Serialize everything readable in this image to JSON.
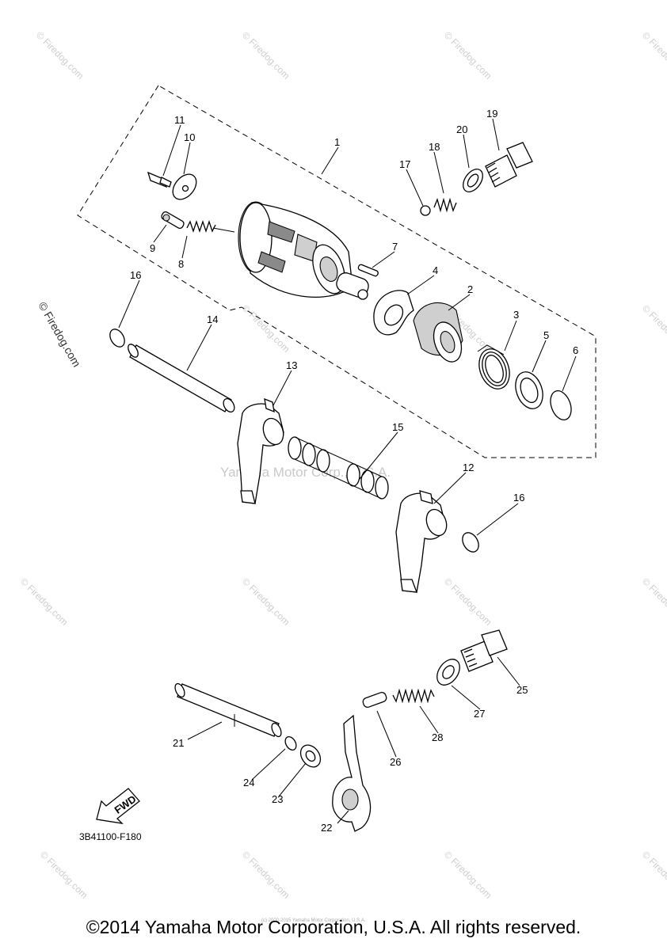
{
  "diagram": {
    "figure_code": "3B41100-F180",
    "fwd_label": "FWD",
    "callouts": [
      "1",
      "2",
      "3",
      "4",
      "5",
      "6",
      "7",
      "8",
      "9",
      "10",
      "11",
      "12",
      "13",
      "14",
      "15",
      "16",
      "16",
      "17",
      "18",
      "19",
      "20",
      "21",
      "22",
      "23",
      "24",
      "25",
      "26",
      "27",
      "28"
    ],
    "watermarks": {
      "tile": "© Firedog.com",
      "side": "© Firedog.com",
      "center": "Yamaha Motor Corp., U.S.A."
    }
  },
  "footer": {
    "copyright": "©2014 Yamaha Motor Corporation, U.S.A. All rights reserved.",
    "small_print": "(c) 2000-2015 Yamaha Motor Corporation, U.S.A."
  }
}
